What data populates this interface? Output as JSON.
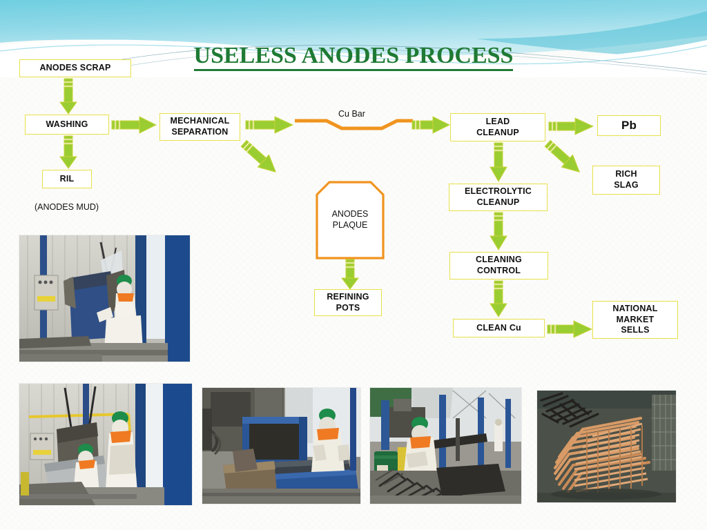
{
  "slide": {
    "title": "USELESS ANODES PROCESS",
    "background_color": "#fcfcfa",
    "banner_color_top": "#5fc8dd",
    "banner_color_mid": "#9fdcea",
    "title_color": "#1f7a34",
    "box_border_color": "#e8e04a",
    "arrow_color": "#9acd32",
    "orange_color": "#f0941f"
  },
  "nodes": {
    "anodes_scrap": "ANODES SCRAP",
    "washing": "WASHING",
    "ril": "RIL",
    "anodes_mud": "(ANODES MUD)",
    "mechanical_separation": "MECHANICAL\nSEPARATION",
    "mechanical_separation_l1": "MECHANICAL",
    "mechanical_separation_l2": "SEPARATION",
    "cu_bar": "Cu Bar",
    "anodes_plaque_l1": "ANODES",
    "anodes_plaque_l2": "PLAQUE",
    "refining_pots_l1": "REFINING",
    "refining_pots_l2": "POTS",
    "lead_cleanup_l1": "LEAD",
    "lead_cleanup_l2": "CLEANUP",
    "pb": "Pb",
    "rich_slag_l1": "RICH",
    "rich_slag_l2": "SLAG",
    "electrolytic_cleanup_l1": "ELECTROLYTIC",
    "electrolytic_cleanup_l2": "CLEANUP",
    "cleaning_control_l1": "CLEANING",
    "cleaning_control_l2": "CONTROL",
    "clean_cu": "CLEAN Cu",
    "national_market_l1": "NATIONAL",
    "national_market_l2": "MARKET",
    "national_market_l3": "SELLS"
  },
  "photos": [
    {
      "name": "photo-washing-hopper",
      "caption": ""
    },
    {
      "name": "photo-anode-lifting",
      "caption": ""
    },
    {
      "name": "photo-mechanical-separation",
      "caption": ""
    },
    {
      "name": "photo-scrap-sorting",
      "caption": ""
    },
    {
      "name": "photo-copper-racks",
      "caption": ""
    }
  ]
}
